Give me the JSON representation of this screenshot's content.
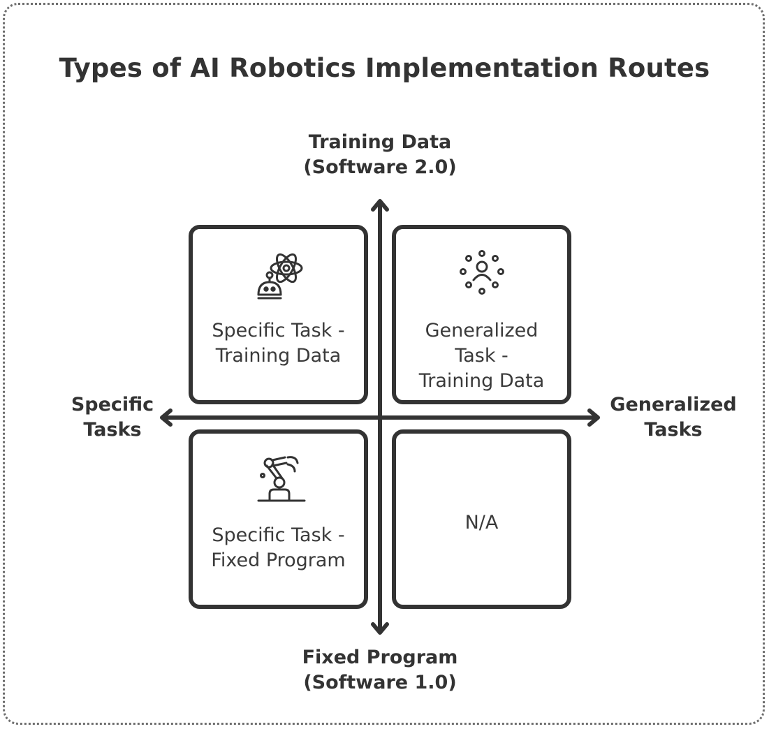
{
  "title": "Types of AI Robotics Implementation Routes",
  "axes": {
    "top": {
      "line1": "Training Data",
      "line2": "(Software 2.0)"
    },
    "bottom": {
      "line1": "Fixed Program",
      "line2": "(Software 1.0)"
    },
    "left": {
      "line1": "Specific",
      "line2": "Tasks"
    },
    "right": {
      "line1": "Generalized",
      "line2": "Tasks"
    }
  },
  "quadrants": {
    "top_left": {
      "lines": [
        "Specific Task -",
        "Training Data"
      ],
      "icon": "robot-atom-icon"
    },
    "top_right": {
      "lines": [
        "Generalized",
        "Task -",
        "Training Data"
      ],
      "icon": "person-network-icon"
    },
    "bottom_left": {
      "lines": [
        "Specific Task -",
        "Fixed Program"
      ],
      "icon": "robotic-arm-icon"
    },
    "bottom_right": {
      "lines": [
        "N/A"
      ]
    }
  },
  "colors": {
    "ink": "#333333",
    "frame": "#6e6e6e",
    "background": "#ffffff"
  }
}
